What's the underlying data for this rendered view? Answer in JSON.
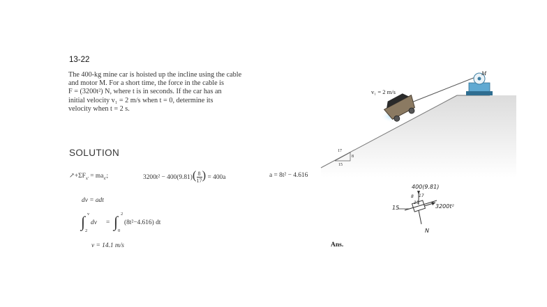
{
  "problem": {
    "number": "13-22",
    "statement_lines": [
      "The 400-kg mine car is hoisted up the incline using the cable",
      "and motor M. For a short time, the force in the cable is",
      "F = (3200t²) N, where t is in seconds. If the car has an",
      "initial velocity v₁ = 2 m/s when t = 0, determine its",
      "velocity when t = 2 s."
    ]
  },
  "figure": {
    "motor_label": "M",
    "velocity_label": "v₁ = 2 m/s",
    "slope_hyp": "17",
    "slope_rise": "8",
    "slope_run": "15"
  },
  "solution": {
    "heading": "SOLUTION",
    "eq1_lhs": "↗+ΣF",
    "eq1_lhs_sub": "x'",
    "eq1_lhs_mid": " = ma",
    "eq1_lhs_end": ";",
    "eq1_mid_a": "3200t² − 400(9.81)",
    "frac_num": "8",
    "frac_den": "17",
    "eq1_mid_b": " = 400a",
    "eq1_rhs": "a = 8t² − 4.616",
    "eq2": "dv = adt",
    "int_lhs": "dv",
    "int_lhs_upper": "v",
    "int_lhs_lower": "2",
    "int_equals": "=",
    "int_rhs": "(8t²−4.616) dt",
    "int_rhs_upper": "2",
    "int_rhs_lower": "0",
    "result": "v = 14.1 m/s",
    "ans_label": "Ans."
  },
  "handwritten": {
    "weight": "400(9.81)",
    "angle_hyp": "17",
    "angle_rise": "8",
    "angle_run": "15",
    "side_label": "15",
    "force": "3200t²",
    "normal": "N"
  }
}
